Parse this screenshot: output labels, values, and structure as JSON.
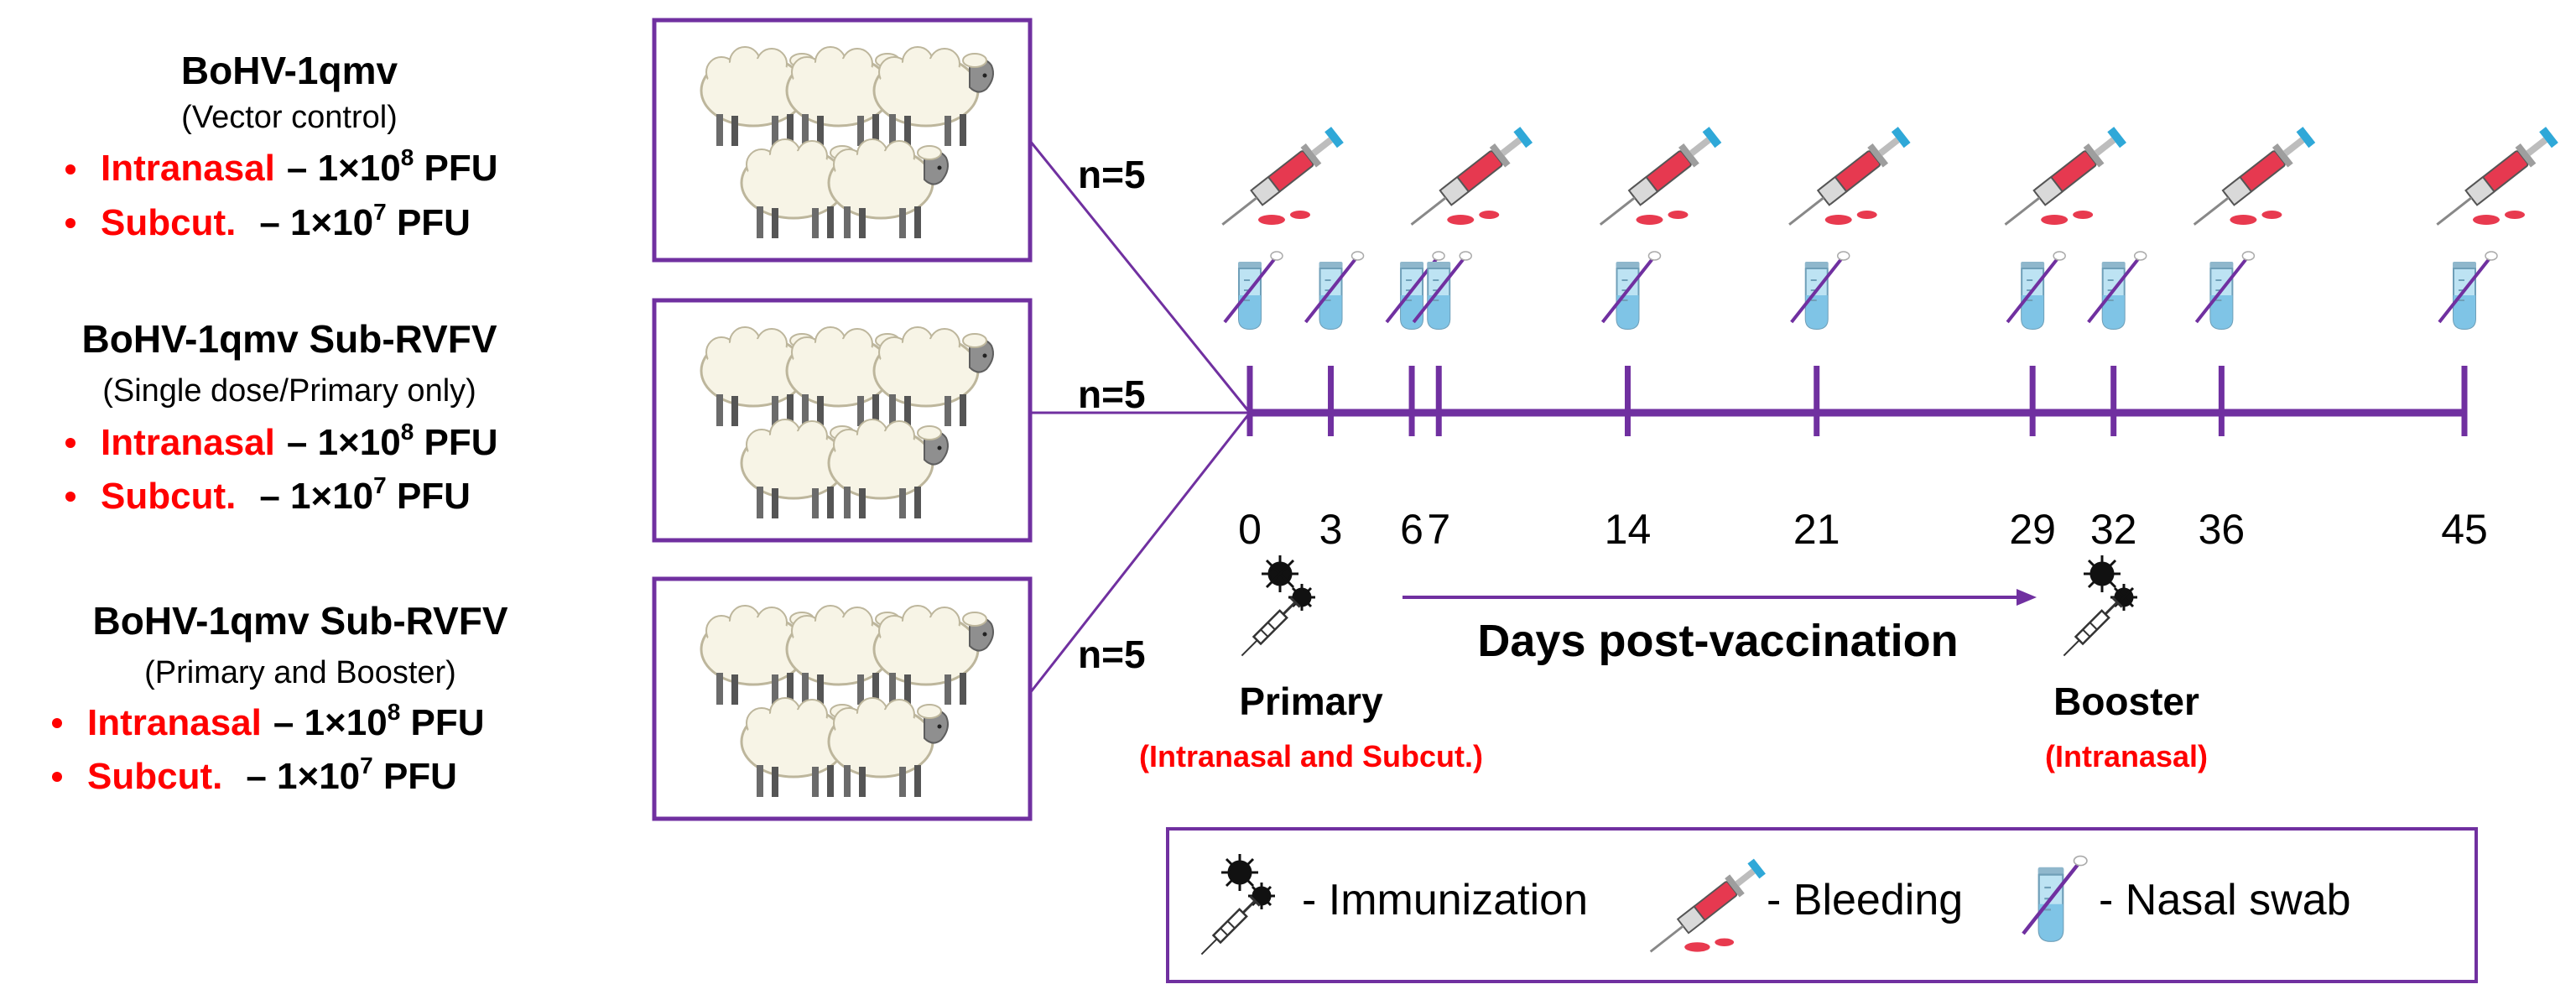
{
  "groups": [
    {
      "title": "BoHV-1qmv",
      "subtitle": "(Vector control)",
      "route1": "Intranasal",
      "dose1_base": "– 1×10",
      "dose1_exp": "8",
      "dose1_unit": " PFU",
      "route2": "Subcut.",
      "dose2_base": "– 1×10",
      "dose2_exp": "7",
      "dose2_unit": " PFU",
      "n": "n=5"
    },
    {
      "title": "BoHV-1qmv Sub-RVFV",
      "subtitle": "(Single dose/Primary only)",
      "route1": "Intranasal",
      "dose1_base": "– 1×10",
      "dose1_exp": "8",
      "dose1_unit": " PFU",
      "route2": "Subcut.",
      "dose2_base": "– 1×10",
      "dose2_exp": "7",
      "dose2_unit": " PFU",
      "n": "n=5"
    },
    {
      "title": "BoHV-1qmv Sub-RVFV",
      "subtitle": "(Primary and Booster)",
      "route1": "Intranasal",
      "dose1_base": "– 1×10",
      "dose1_exp": "8",
      "dose1_unit": " PFU",
      "route2": "Subcut.",
      "dose2_base": "– 1×10",
      "dose2_exp": "7",
      "dose2_unit": " PFU",
      "n": "n=5"
    }
  ],
  "timeline": {
    "days": [
      "0",
      "3",
      "6",
      "7",
      "14",
      "21",
      "29",
      "32",
      "36",
      "45"
    ],
    "swab_days": [
      0,
      3,
      6,
      7,
      14,
      21,
      29,
      32,
      36,
      45
    ],
    "bleed_days": [
      0,
      7,
      14,
      21,
      29,
      36,
      45
    ],
    "axis_label": "Days post-vaccination",
    "primary_label": "Primary",
    "primary_route": "(Intranasal and Subcut.)",
    "booster_label": "Booster",
    "booster_route": "(Intranasal)"
  },
  "legend": {
    "immunization": "- Immunization",
    "bleeding": "- Bleeding",
    "swab": "- Nasal swab"
  },
  "colors": {
    "purple": "#7030a0",
    "red": "#ff0000",
    "blood": "#e83a4f",
    "swab_blue": "#bde3f3"
  }
}
